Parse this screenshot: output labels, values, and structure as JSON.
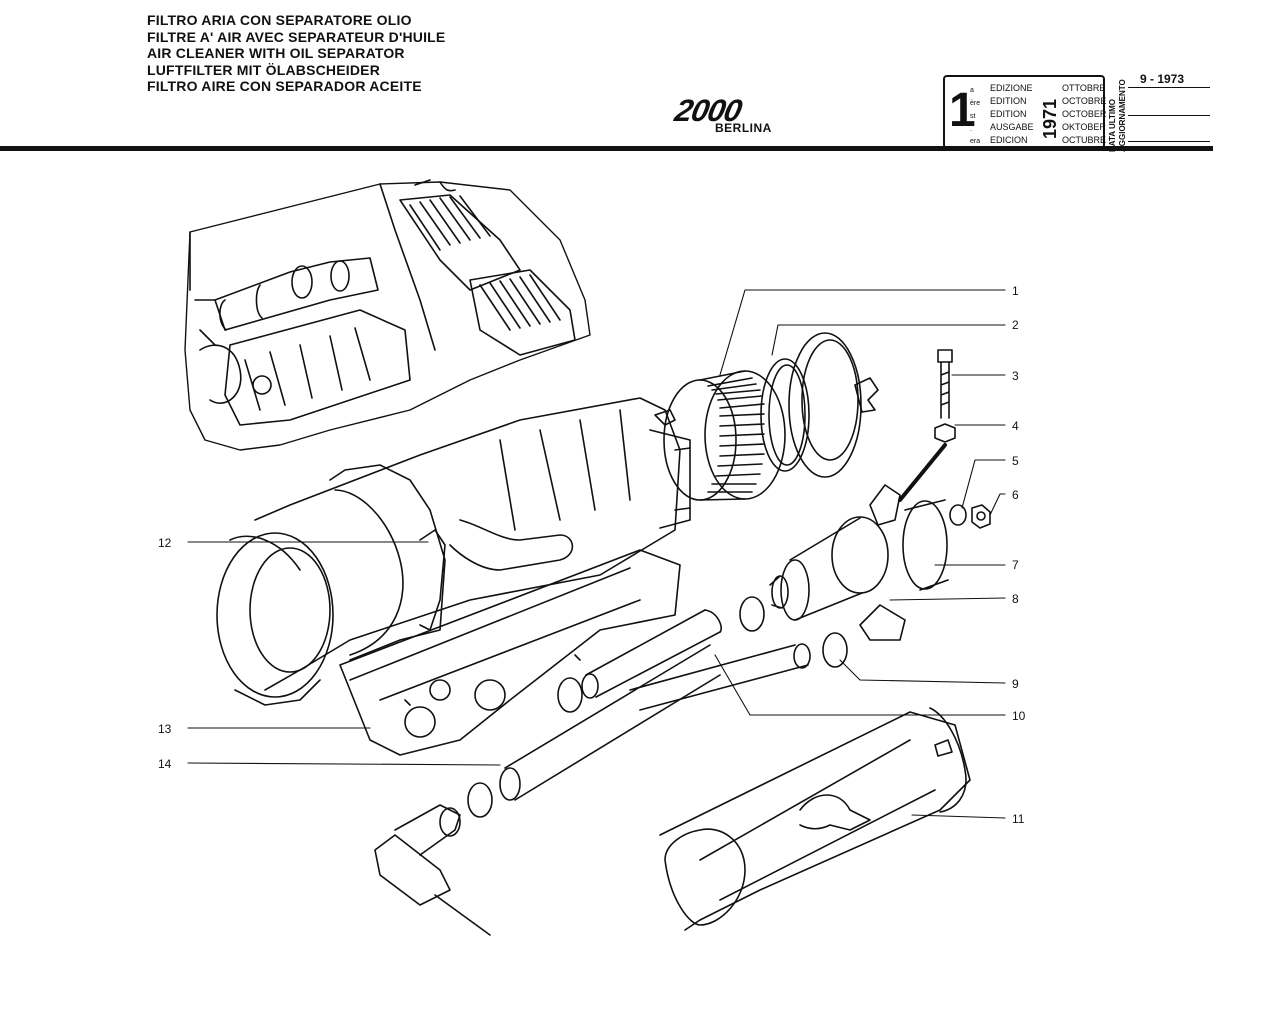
{
  "header": {
    "titles": [
      "FILTRO ARIA CON SEPARATORE OLIO",
      "FILTRE A' AIR AVEC SEPARATEUR D'HUILE",
      "AIR CLEANER WITH OIL SEPARATOR",
      "LUFTFILTER MIT ÖLABSCHEIDER",
      "FILTRO AIRE CON SEPARADOR ACEITE"
    ],
    "logo": "2000",
    "model": "BERLINA"
  },
  "edition": {
    "number": "1",
    "suffixes": [
      "a",
      "ère",
      "st",
      ".",
      "era"
    ],
    "words": [
      "EDIZIONE",
      "EDITION",
      "EDITION",
      "AUSGABE",
      "EDICION"
    ],
    "year": "1971",
    "months": [
      "OTTOBRE",
      "OCTOBRE",
      "OCTOBER",
      "OKTOBER",
      "OCTUBRE"
    ],
    "update_label_1": "DATA ULTIMO",
    "update_label_2": "AGGIORNAMENTO",
    "update_date": "9 - 1973"
  },
  "callouts": [
    "1",
    "2",
    "3",
    "4",
    "5",
    "6",
    "7",
    "8",
    "9",
    "10",
    "11",
    "12",
    "13",
    "14"
  ]
}
